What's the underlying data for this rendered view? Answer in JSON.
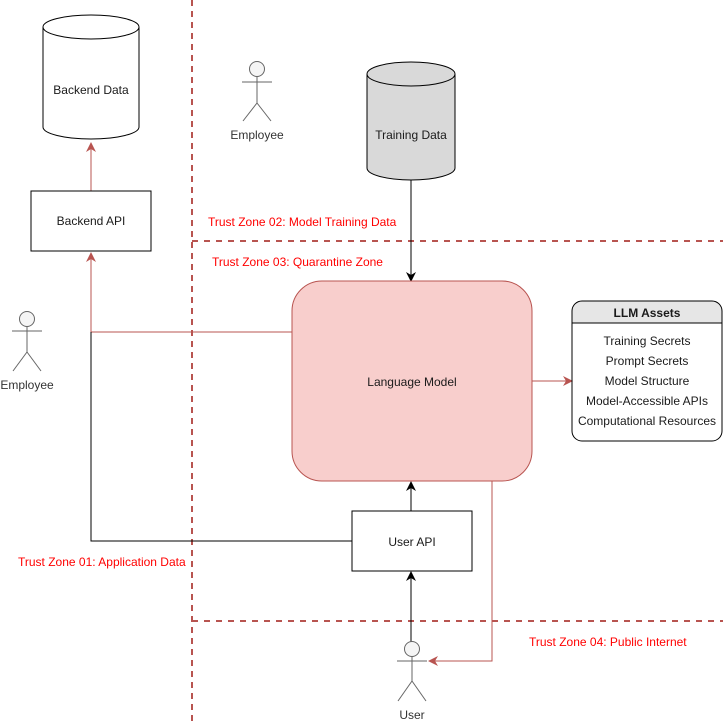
{
  "colors": {
    "zone_line": "#b85450",
    "zone_text": "#ff0000",
    "red_edge": "#b85450",
    "black_edge": "#000000",
    "model_fill": "#f8cecc",
    "training_fill": "#d9d9d9",
    "assets_header": "#e6e6e6",
    "actor_fill": "#f5f5f5",
    "actor_stroke": "#666666"
  },
  "nodes": {
    "backend_data": "Backend Data",
    "backend_api": "Backend API",
    "training_data": "Training Data",
    "language_model": "Language Model",
    "user_api": "User API"
  },
  "actors": {
    "employee_top": "Employee",
    "employee_left": "Employee",
    "user": "User"
  },
  "zones": {
    "zone01": "Trust Zone 01: Application Data",
    "zone02": "Trust Zone 02: Model Training Data",
    "zone03": "Trust Zone 03: Quarantine Zone",
    "zone04": "Trust Zone 04: Public Internet"
  },
  "llm_assets": {
    "title": "LLM Assets",
    "items": [
      "Training Secrets",
      "Prompt Secrets",
      "Model Structure",
      "Model-Accessible APIs",
      "Computational Resources"
    ]
  }
}
